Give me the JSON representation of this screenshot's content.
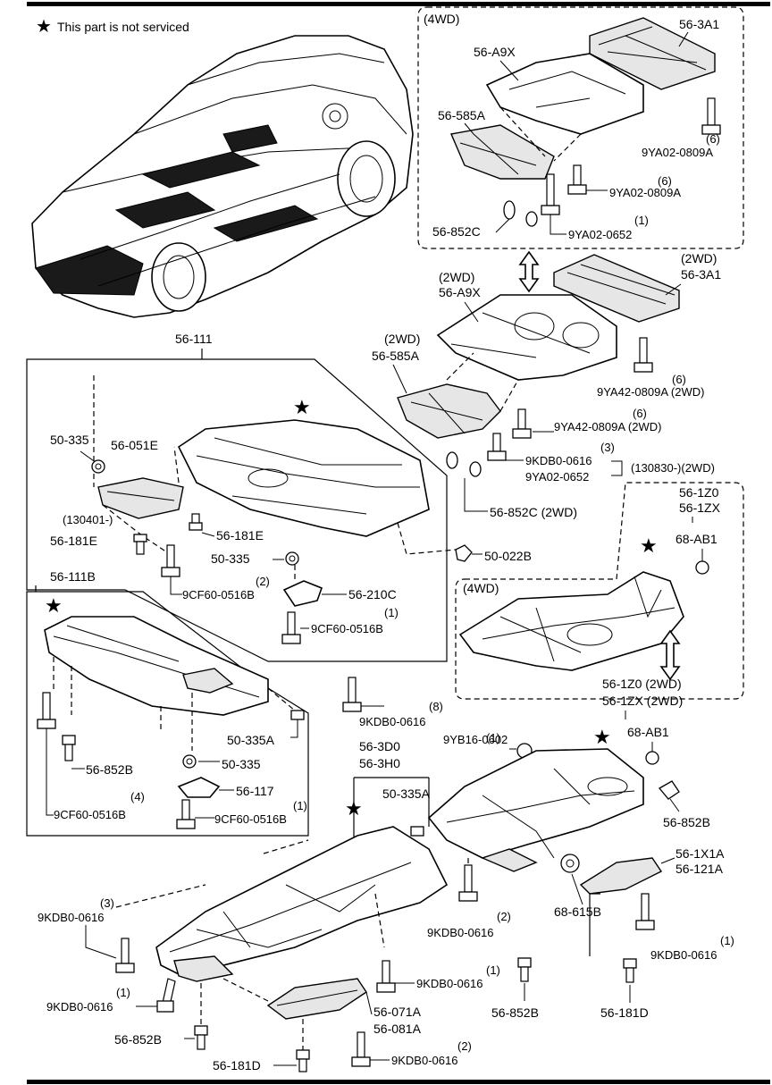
{
  "legend": {
    "symbol": "★",
    "text": "This part is not serviced"
  },
  "groups": {
    "4wd_top": "(4WD)",
    "4wd_mid": "(4WD)",
    "2wd_a9x": "(2WD)",
    "2wd_3a1": "(2WD)",
    "2wd_585a": "(2WD)",
    "date_range": "(130830-)(2WD)",
    "date_181e": "(130401-)"
  },
  "labels": {
    "p56_3A1": "56-3A1",
    "p56_A9X": "56-A9X",
    "p56_585A": "56-585A",
    "p56_852C": "56-852C",
    "p9YA02_0809A_a": "9YA02-0809A",
    "p9YA02_0809A_b": "9YA02-0809A",
    "p9YA02_0652_a": "9YA02-0652",
    "q6_a": "(6)",
    "q6_b": "(6)",
    "q1_a": "(1)",
    "p56_3A1_2wd": "56-3A1",
    "p56_A9X_2wd": "56-A9X",
    "p56_585A_2wd": "56-585A",
    "p9YA42_a": "9YA42-0809A (2WD)",
    "p9YA42_b": "9YA42-0809A (2WD)",
    "q6_c": "(6)",
    "q6_d": "(6)",
    "p9KDB0_0616_a": "9KDB0-0616",
    "q3_a": "(3)",
    "p9YA02_0652_b": "9YA02-0652",
    "p56_852C_2wd": "56-852C (2WD)",
    "p56_111": "56-111",
    "p50_335_a": "50-335",
    "p56_051E": "56-051E",
    "p56_181E_a": "56-181E",
    "p56_181E_b": "56-181E",
    "p50_335_b": "50-335",
    "p56_210C": "56-210C",
    "p9CF60_0516B_a": "9CF60-0516B",
    "q2_a": "(2)",
    "p9CF60_0516B_b": "9CF60-0516B",
    "q1_b": "(1)",
    "p50_022B": "50-022B",
    "p56_1Z0": "56-1Z0",
    "p56_1ZX": "56-1ZX",
    "p68_AB1_a": "68-AB1",
    "p56_111B": "56-111B",
    "p9KDB0_0616_b": "9KDB0-0616",
    "q8": "(8)",
    "p56_1Z0_2wd": "56-1Z0 (2WD)",
    "p56_1ZX_2wd": "56-1ZX (2WD)",
    "p50_335A_a": "50-335A",
    "p56_852B_a": "56-852B",
    "p50_335_c": "50-335",
    "p56_117": "56-117",
    "p9CF60_0516B_c": "9CF60-0516B",
    "q4": "(4)",
    "p9CF60_0516B_d": "9CF60-0516B",
    "q1_c": "(1)",
    "p56_3D0": "56-3D0",
    "p56_3H0": "56-3H0",
    "p50_335A_b": "50-335A",
    "p9YB16_0602": "9YB16-0602",
    "q1_d": "(1)",
    "p68_AB1_b": "68-AB1",
    "p56_852B_b": "56-852B",
    "p56_1X1A": "56-1X1A",
    "p56_121A": "56-121A",
    "p9KDB0_0616_c": "9KDB0-0616",
    "q3_b": "(3)",
    "p68_615B": "68-615B",
    "p9KDB0_0616_d": "9KDB0-0616",
    "q2_b": "(2)",
    "p9KDB0_0616_e": "9KDB0-0616",
    "q1_e": "(1)",
    "p9KDB0_0616_f": "9KDB0-0616",
    "q1_f": "(1)",
    "p9KDB0_0616_g": "9KDB0-0616",
    "q1_g": "(1)",
    "p56_071A": "56-071A",
    "p56_081A": "56-081A",
    "p56_852B_c": "56-852B",
    "p56_181D_a": "56-181D",
    "p56_852B_d": "56-852B",
    "p56_181D_b": "56-181D",
    "p9KDB0_0616_h": "9KDB0-0616",
    "q2_c": "(2)"
  },
  "colors": {
    "line": "#000000",
    "background": "#ffffff",
    "shade": "#e6e6e6"
  }
}
